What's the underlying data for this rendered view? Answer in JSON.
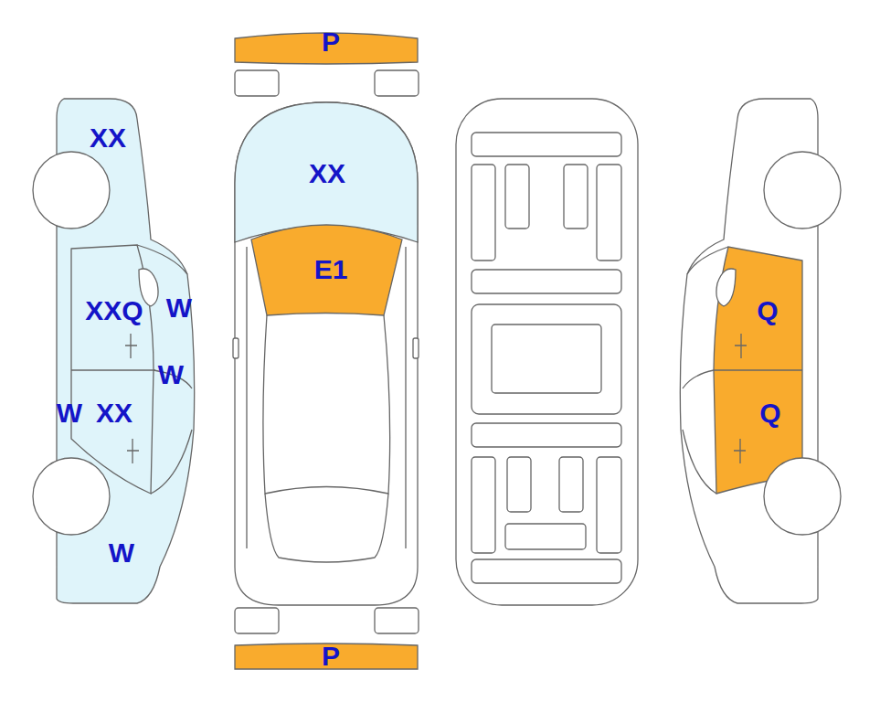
{
  "diagram": {
    "labels": [
      "P",
      "XX",
      "XX",
      "E1",
      "XXQ",
      "W",
      "Q",
      "W",
      "W",
      "XX",
      "Q",
      "W",
      "P"
    ]
  }
}
